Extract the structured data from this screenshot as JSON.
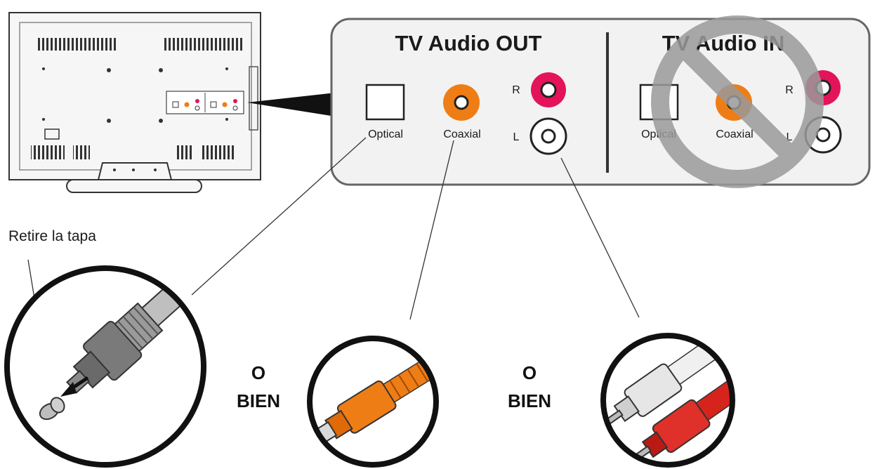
{
  "panel_out": {
    "title": "TV Audio OUT",
    "optical_label": "Optical",
    "coaxial_label": "Coaxial",
    "r_label": "R",
    "l_label": "L"
  },
  "panel_in": {
    "title": "TV Audio IN",
    "optical_label": "Optical",
    "coaxial_label": "Coaxial",
    "r_label": "R",
    "l_label": "L"
  },
  "callout": {
    "remove_cap": "Retire la tapa"
  },
  "separators": [
    {
      "line1": "O",
      "line2": "BIEN"
    },
    {
      "line1": "O",
      "line2": "BIEN"
    }
  ],
  "colors": {
    "panel_fill": "#f2f2f2",
    "panel_stroke": "#666666",
    "coaxial_orange": "#ef7d15",
    "right_red": "#e4145a",
    "prohibited_gray": "#9a9a9a"
  },
  "icons": {
    "prohibited": "no-symbol-icon",
    "optical_plug": "optical-cable-icon",
    "coaxial_plug": "coaxial-cable-icon",
    "rca_plugs": "rca-cable-icon"
  }
}
